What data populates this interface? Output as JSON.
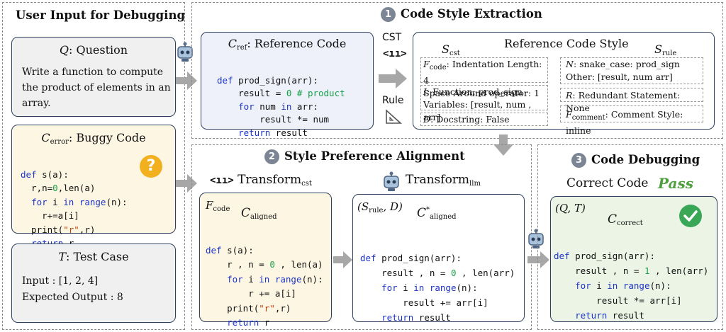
{
  "user_input": {
    "title": "User Input for Debugging",
    "question": {
      "label": "Q",
      "label_suffix": ": Question",
      "text": "Write a function to compute the product of elements in an array."
    },
    "buggy": {
      "label": "C",
      "label_sub": "error",
      "label_suffix": ": Buggy Code",
      "code": [
        "def s(a):",
        "  r,n=0,len(a)",
        "  for i in range(n):",
        "    r+=a[i]",
        "  print(\"r\",r)",
        "  return r"
      ]
    },
    "test": {
      "label": "T",
      "label_suffix": ": Test Case",
      "input": "Input : [1, 2, 4]",
      "expected": "Expected Output : 8"
    }
  },
  "stage1": {
    "number": "1",
    "title": "Code Style Extraction",
    "reference": {
      "label": "C",
      "label_sub": "ref",
      "label_suffix": ": Reference Code",
      "code": [
        "def prod_sign(arr):",
        "    result = 0 # product",
        "    for num in arr:",
        "        result *= num",
        "    return result"
      ]
    },
    "cst_label": "CST",
    "rule_label": "Rule",
    "style": {
      "title": "Reference Code Style",
      "s_cst": "S",
      "s_cst_sub": "cst",
      "s_rule": "S",
      "s_rule_sub": "rule",
      "f_code": "F",
      "f_code_sub": "code",
      "f_code_text": ": Indentation Length: 4",
      "space": "Space Around operator: 1",
      "i_label": "I",
      "i_text": ": Function: prod_sign",
      "variables": "Variables: [result, num , arr]",
      "d_label": "D",
      "d_text": ": Docstring: False",
      "n_label": "N",
      "n_text": ": snake_case: prod_sign",
      "other": "Other: [result, num arr]",
      "r_label": "R",
      "r_text": ": Redundant Statement: None",
      "f_comment": "F",
      "f_comment_sub": "comment",
      "f_comment_text": ": Comment Style: inline"
    }
  },
  "stage2": {
    "number": "2",
    "title": "Style Preference Alignment",
    "cst": {
      "title": "Transform",
      "title_sub": "cst",
      "f_code": "F",
      "f_code_sub": "code",
      "c": "C",
      "c_sub": "aligned",
      "code": [
        "def s(a):",
        "    r , n = 0 , len(a)",
        "    for i in range(n):",
        "        r += a[i]",
        "    print(\"r\",r)",
        "    return r"
      ]
    },
    "llm": {
      "title": "Transform",
      "title_sub": "llm",
      "params": "(S",
      "params_sub": "rule",
      "params_rest": ", D)",
      "c": "C",
      "c_sup": "*",
      "c_sub": "aligned",
      "code": [
        "def prod_sign(arr):",
        "    result , n = 0 , len(arr)",
        "    for i in range(n):",
        "        result += arr[i]",
        "    return result"
      ]
    }
  },
  "stage3": {
    "number": "3",
    "title": "Code Debugging",
    "correct_label": "Correct Code",
    "pass": "Pass",
    "params": "(Q, T)",
    "c": "C",
    "c_sub": "correct",
    "code": [
      "def prod_sign(arr):",
      "    result , n = 1 , len(arr)",
      "    for i in range(n):",
      "        result *= arr[i]",
      "    return result"
    ]
  },
  "colors": {
    "question_bg": "#f0f0f0",
    "buggy_bg": "#fdf6e3",
    "ref_bg": "#eef0fa",
    "style_bg": "#ffffff",
    "aligned_bg": "#fdf6e3",
    "llm_bg": "#ffffff",
    "correct_bg": "#ecf4e6",
    "question_mark": "#f2b01e",
    "check": "#3aa757",
    "keyword": "#1c34c8",
    "number": "#17a34a",
    "string": "#c2410c"
  }
}
